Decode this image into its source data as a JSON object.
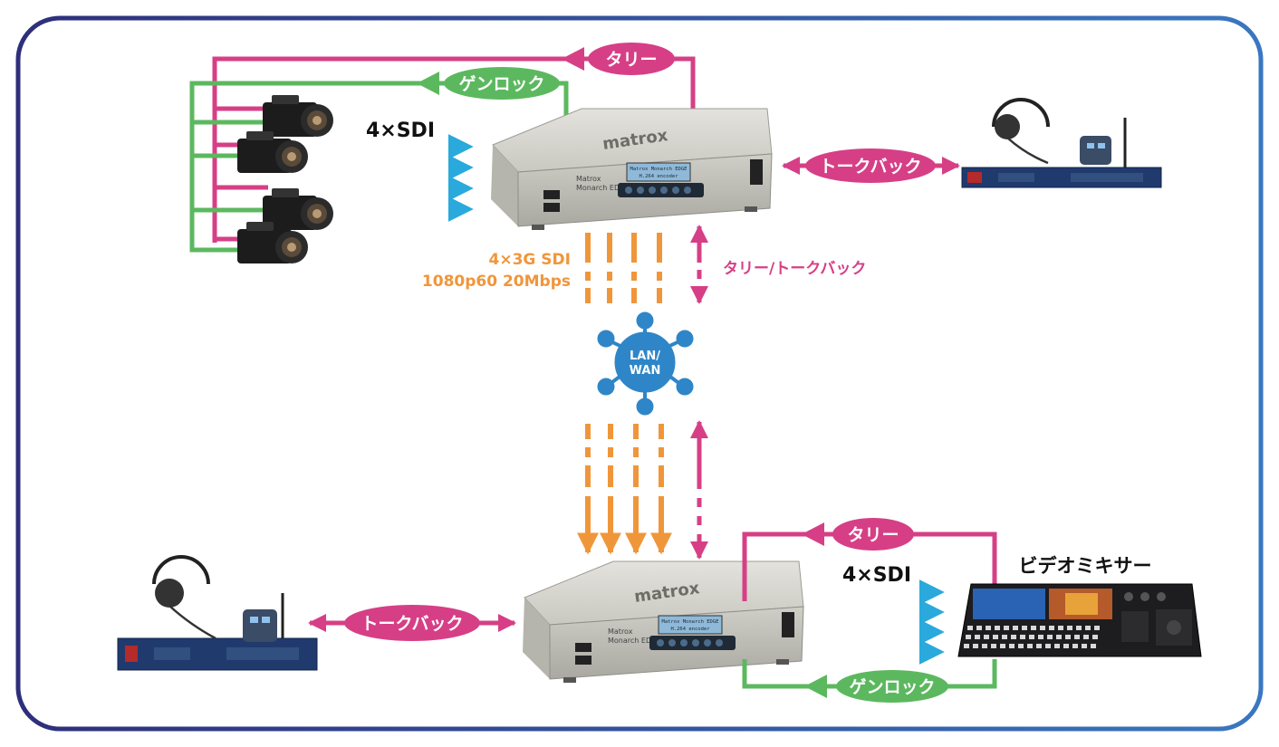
{
  "labels": {
    "tally_top": "タリー",
    "genlock_top": "ゲンロック",
    "sdi_top": "4×SDI",
    "talkback_top": "トークバック",
    "sdi3g_line1": "4×3G SDI",
    "sdi3g_line2": "1080p60 20Mbps",
    "tally_talkback": "タリー/トークバック",
    "lan_wan_line1": "LAN/",
    "lan_wan_line2": "WAN",
    "talkback_bottom": "トークバック",
    "tally_bottom": "タリー",
    "sdi_bottom": "4×SDI",
    "video_mixer": "ビデオミキサー",
    "genlock_bottom": "ゲンロック"
  },
  "devices": {
    "brand": "matrox",
    "model_line1": "Matrox",
    "model_line2": "Monarch EDGE",
    "lcd_line1": "Matrox Monarch EDGE",
    "lcd_line2": "H.264 encoder"
  },
  "colors": {
    "tally": "#d63f86",
    "genlock": "#5cb85f",
    "sdi": "#31b3e0",
    "sdi3g": "#f0963a",
    "lan": "#2e86c8",
    "frame_left": "#2e2f7a",
    "frame_right": "#3a77c0"
  }
}
